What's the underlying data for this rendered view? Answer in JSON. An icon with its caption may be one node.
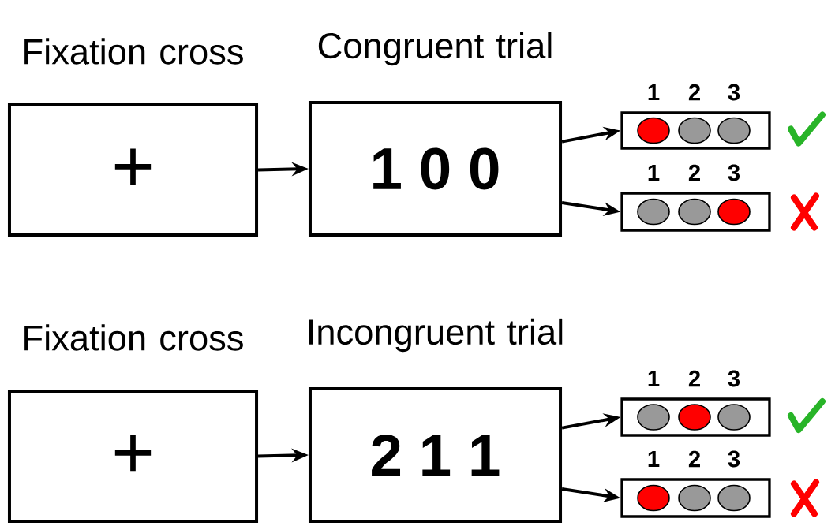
{
  "diagram": {
    "nodes": [
      {
        "text": [
          "Fixation cross",
          "+"
        ]
      },
      {
        "text": [
          "Congruent trial",
          "1 0 0"
        ]
      },
      {
        "text": [
          "1",
          "2",
          "3"
        ]
      },
      {
        "text": [
          "1",
          "2",
          "3"
        ]
      },
      {
        "text": [
          "Fixation cross",
          "+"
        ]
      },
      {
        "text": [
          "Incongruent trial",
          "2 1 1"
        ]
      },
      {
        "text": [
          "1",
          "2",
          "3"
        ]
      },
      {
        "text": [
          "1",
          "2",
          "3"
        ]
      }
    ],
    "edges": [
      {
        "from": 0,
        "to": 1,
        "arrow": "to"
      },
      {
        "from": 1,
        "to": 2,
        "arrow": "to"
      },
      {
        "from": 1,
        "to": 3,
        "arrow": "to"
      },
      {
        "from": 4,
        "to": 5,
        "arrow": "to"
      },
      {
        "from": 5,
        "to": 6,
        "arrow": "to"
      },
      {
        "from": 5,
        "to": 7,
        "arrow": "to"
      }
    ]
  }
}
